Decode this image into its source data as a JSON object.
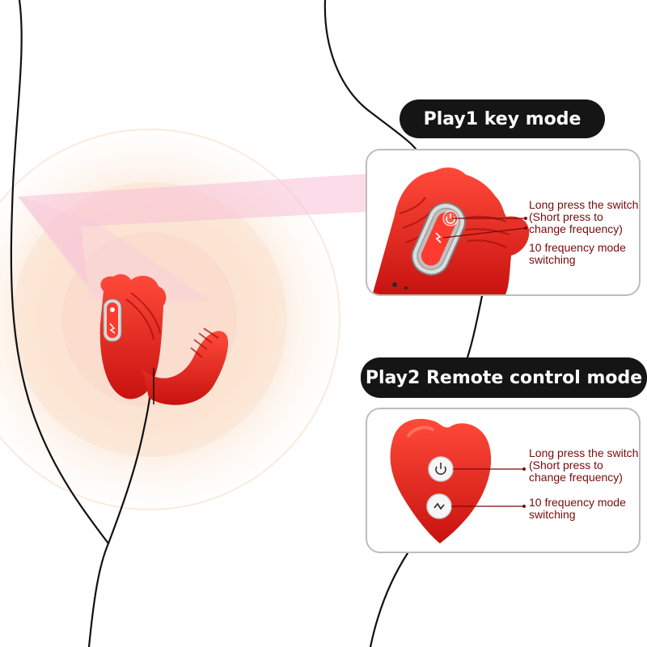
{
  "modes": [
    {
      "title": "Play1 key mode",
      "annotations": [
        {
          "lines": [
            "Long press the switch",
            "(Short press to",
            "change frequency)"
          ],
          "button": "power-button"
        },
        {
          "lines": [
            "10 frequency mode",
            "switching"
          ],
          "button": "frequency-button"
        }
      ]
    },
    {
      "title": "Play2 Remote control mode",
      "annotations": [
        {
          "lines": [
            "Long press the switch",
            "(Short press to",
            "change frequency)"
          ],
          "button": "power-button"
        },
        {
          "lines": [
            "10 frequency mode",
            "switching"
          ],
          "button": "frequency-button"
        }
      ]
    }
  ],
  "colors": {
    "product_red": "#e8231f",
    "annotation_text": "#7a0a0a",
    "leader_line": "#7a0a0a",
    "pill_background": "#151515",
    "panel_border": "#bdbdbd",
    "glow_outer": "#fbe3cc",
    "glow_pink": "#f8c4d8"
  },
  "icons": [
    "power-icon",
    "frequency-icon"
  ]
}
